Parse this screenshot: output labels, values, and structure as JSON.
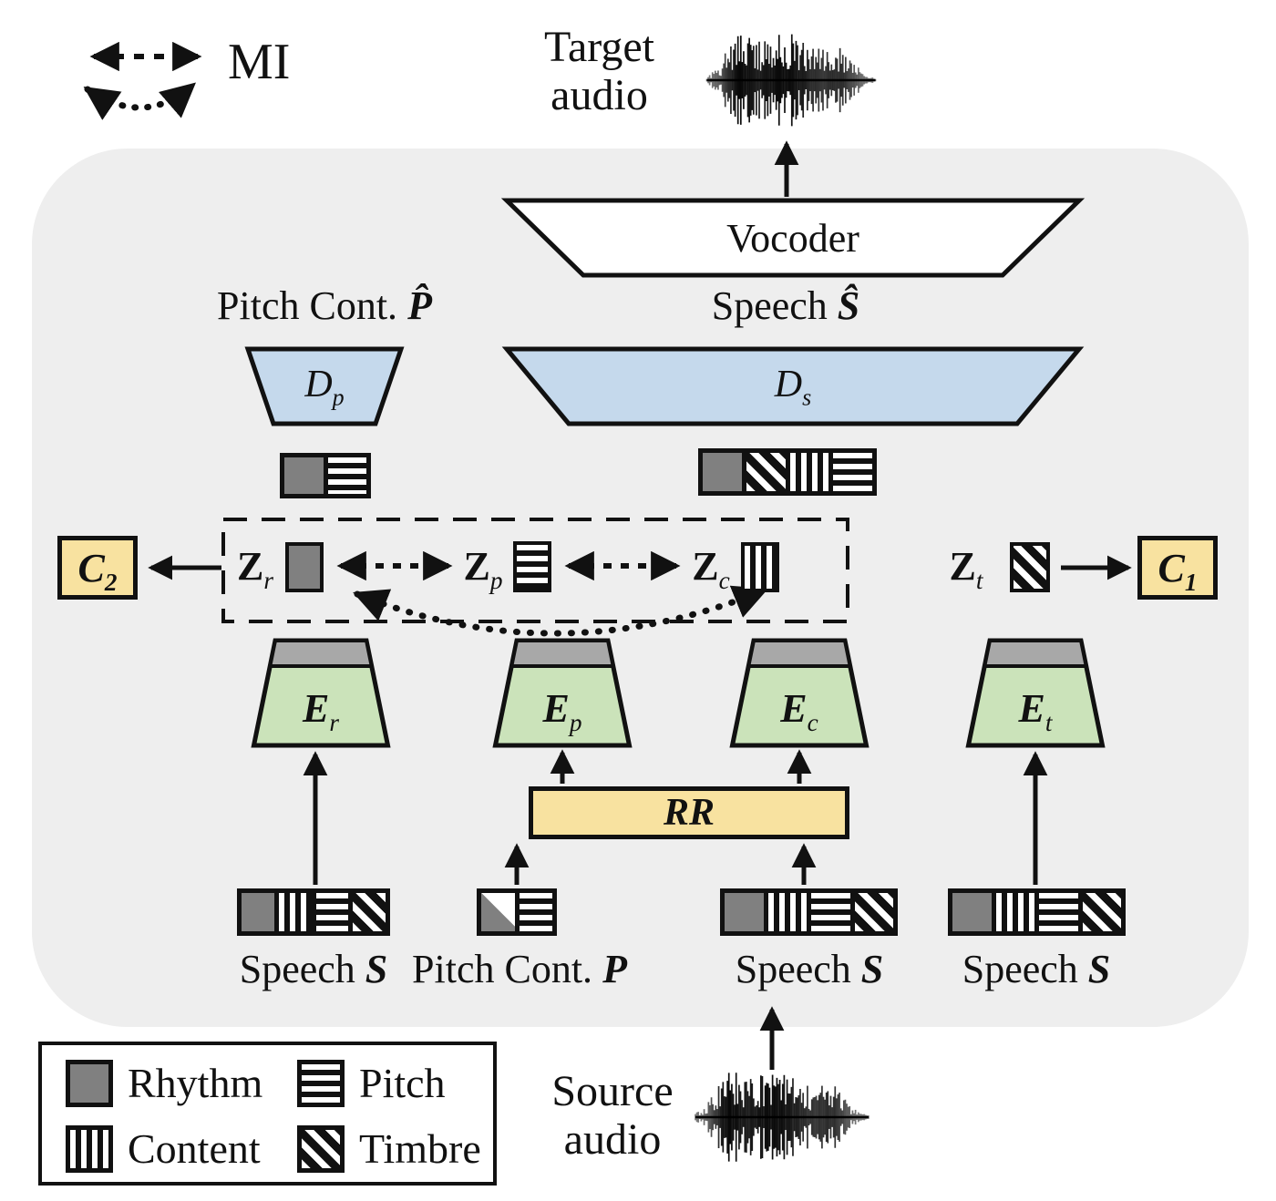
{
  "colors": {
    "container_bg": "#eeeeee",
    "decoder_fill": "#c5d9ec",
    "encoder_fill": "#cbe3ba",
    "encoder_cap": "#a8a8a8",
    "classifier_fill": "#f8e2a0",
    "rhythm_gray": "#808080"
  },
  "mi_legend": {
    "label": "MI"
  },
  "target_audio": {
    "line1": "Target",
    "line2": "audio"
  },
  "source_audio": {
    "line1": "Source",
    "line2": "audio"
  },
  "vocoder": {
    "label": "Vocoder"
  },
  "outputs": {
    "pitch_hat": {
      "text": "Pitch Cont. ",
      "math": "P̂"
    },
    "speech_hat": {
      "text": "Speech ",
      "math": "Ŝ"
    }
  },
  "decoders": {
    "dp": {
      "main": "D",
      "sub": "p"
    },
    "ds": {
      "main": "D",
      "sub": "s"
    }
  },
  "latents": {
    "zr": {
      "main": "Z",
      "sub": "r"
    },
    "zp": {
      "main": "Z",
      "sub": "p"
    },
    "zc": {
      "main": "Z",
      "sub": "c"
    },
    "zt": {
      "main": "Z",
      "sub": "t"
    }
  },
  "classifiers": {
    "c1": {
      "main": "C",
      "sub": "1"
    },
    "c2": {
      "main": "C",
      "sub": "2"
    }
  },
  "encoders": {
    "er": {
      "main": "E",
      "sub": "r"
    },
    "ep": {
      "main": "E",
      "sub": "p"
    },
    "ec": {
      "main": "E",
      "sub": "c"
    },
    "et": {
      "main": "E",
      "sub": "t"
    }
  },
  "rr": {
    "label": "RR"
  },
  "inputs": {
    "speech1": {
      "text": "Speech ",
      "math": "S"
    },
    "pitch": {
      "text": "Pitch Cont. ",
      "math": "P"
    },
    "speech2": {
      "text": "Speech ",
      "math": "S"
    },
    "speech3": {
      "text": "Speech ",
      "math": "S"
    }
  },
  "bars": {
    "dp_out": [
      "rhythm",
      "pitch"
    ],
    "ds_out": [
      "rhythm",
      "timbre",
      "content",
      "pitch"
    ],
    "speech": [
      "rhythm",
      "content",
      "pitch",
      "timbre"
    ],
    "pitch_in": [
      "rhythm_partial",
      "pitch"
    ]
  },
  "legend": {
    "items": [
      {
        "label": "Rhythm",
        "pattern": "rhythm"
      },
      {
        "label": "Pitch",
        "pattern": "pitch"
      },
      {
        "label": "Content",
        "pattern": "content"
      },
      {
        "label": "Timbre",
        "pattern": "timbre"
      }
    ]
  }
}
